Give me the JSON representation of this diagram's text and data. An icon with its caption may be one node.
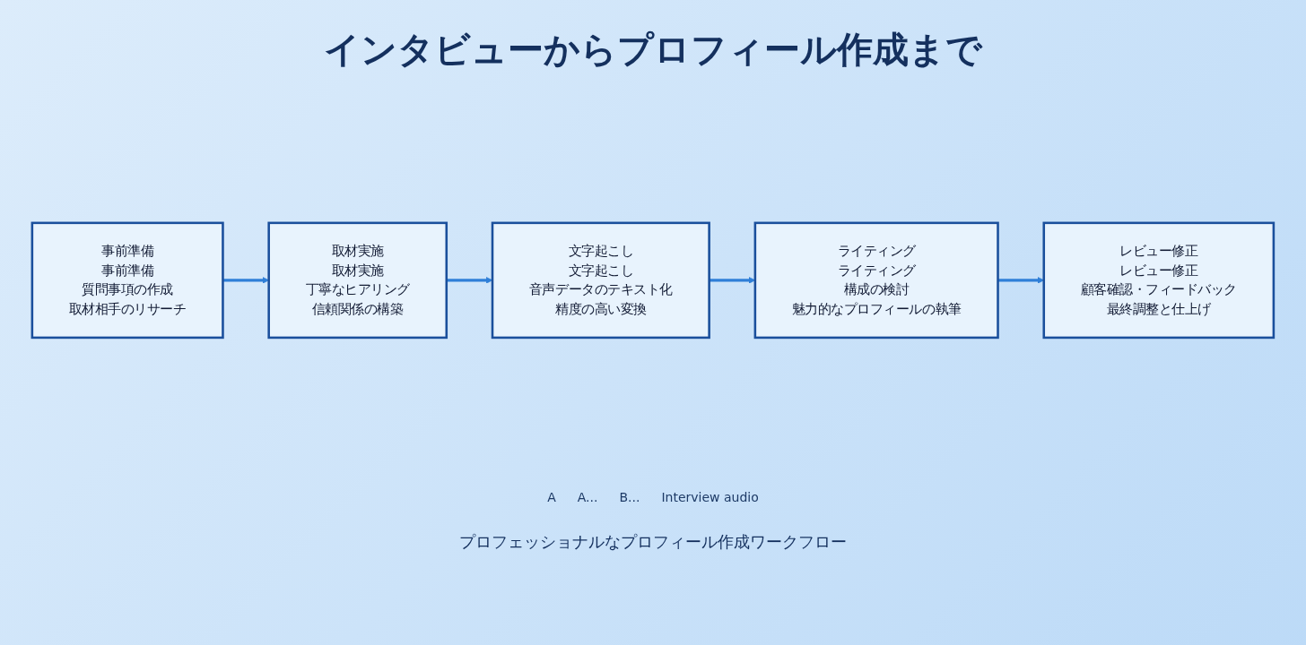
{
  "diagram": {
    "title": "インタビューからプロフィール作成まで",
    "caption": "プロフェッショナルなプロフィール作成ワークフロー",
    "nodes": [
      {
        "text": [
          "事前準備",
          "事前準備",
          "質問事項の作成",
          "取材相手のリサーチ"
        ]
      },
      {
        "text": [
          "取材実施",
          "取材実施",
          "丁寧なヒアリング",
          "信頼関係の構築"
        ]
      },
      {
        "text": [
          "文字起こし",
          "文字起こし",
          "音声データのテキスト化",
          "精度の高い変換"
        ]
      },
      {
        "text": [
          "ライティング",
          "ライティング",
          "構成の検討",
          "魅力的なプロフィールの執筆"
        ]
      },
      {
        "text": [
          "レビュー修正",
          "レビュー修正",
          "顧客確認・フィードバック",
          "最終調整と仕上げ"
        ]
      }
    ],
    "edges": [
      {
        "from": 0,
        "to": 1,
        "arrow": "to"
      },
      {
        "from": 1,
        "to": 2,
        "arrow": "to"
      },
      {
        "from": 2,
        "to": 3,
        "arrow": "to"
      },
      {
        "from": 3,
        "to": 4,
        "arrow": "to"
      }
    ],
    "labels": [
      "A",
      "A...",
      "B...",
      "Interview audio"
    ]
  }
}
